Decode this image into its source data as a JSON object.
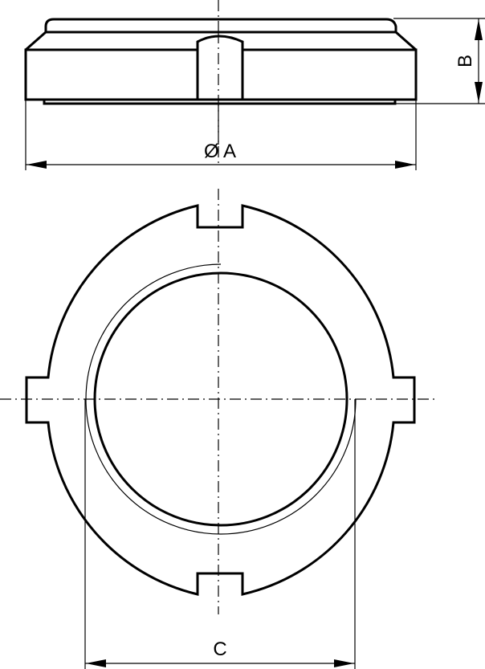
{
  "dimensions": {
    "diameter_label": "Ø A",
    "height_label": "B",
    "inner_label": "C"
  },
  "colors": {
    "line": "#000000",
    "background": "#ffffff"
  }
}
